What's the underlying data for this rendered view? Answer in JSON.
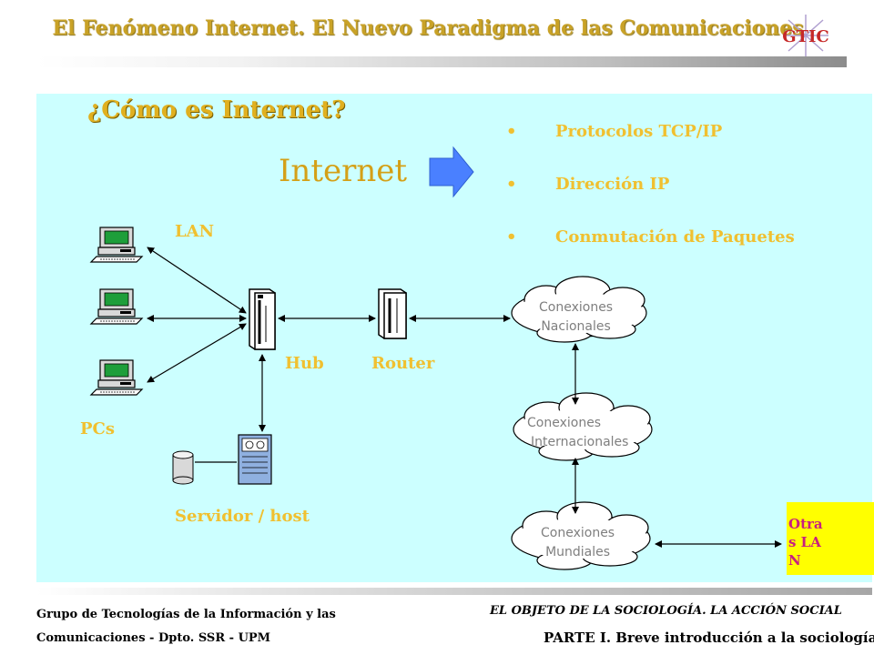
{
  "header": {
    "title": "El Fenómeno Internet. El Nuevo Paradigma de las Comunicaciones",
    "logo_text": "GTIC"
  },
  "slide": {
    "section_title": "¿Cómo es Internet?",
    "internet_label": "Internet",
    "bullet_marker": "•",
    "bullets": [
      "Protocolos TCP/IP",
      "Dirección IP",
      "Conmutación de Paquetes"
    ]
  },
  "diagram": {
    "labels": {
      "lan": "LAN",
      "hub": "Hub",
      "router": "Router",
      "pcs": "PCs",
      "server": "Servidor / host"
    },
    "clouds": {
      "national": [
        "Conexiones",
        "Nacionales"
      ],
      "international": [
        "Conexiones",
        "Internacionales"
      ],
      "world": [
        "Conexiones",
        "Mundiales"
      ]
    },
    "other_lan": "Otras LAN"
  },
  "footer": {
    "left_line1": "Grupo de Tecnologías de la Información y las",
    "left_line2": "Comunicaciones - Dpto. SSR - UPM",
    "right_line1": "EL OBJETO DE LA SOCIOLOGÍA. LA ACCIÓN SOCIAL",
    "right_line2": "PARTE I. Breve introducción a la sociología"
  },
  "colors": {
    "panel_bg": "#ccffff",
    "title_gold": "#c9a227",
    "label_gold": "#f0c030",
    "arrow_blue": "#4a80ff",
    "other_lan_bg": "#ffff00",
    "other_lan_text": "#c82080"
  }
}
